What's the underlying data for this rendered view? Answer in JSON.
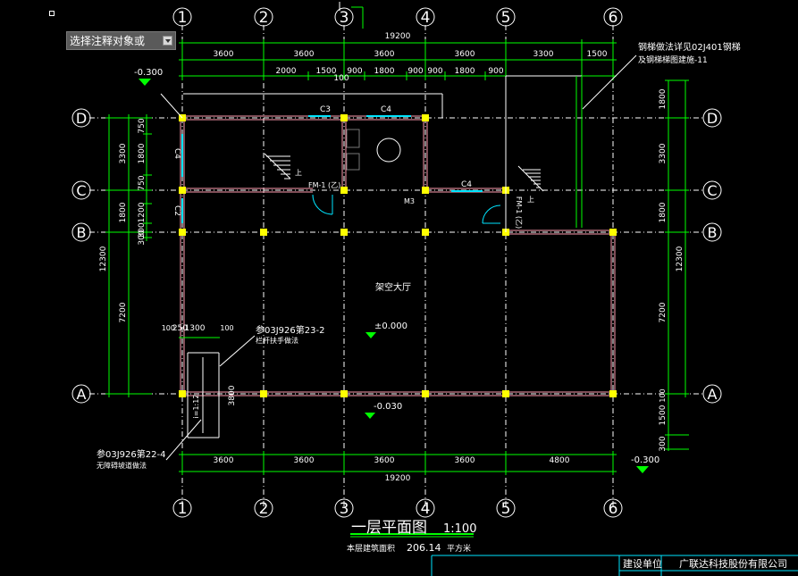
{
  "prompt": {
    "text": "选择注释对象或"
  },
  "axes": {
    "cols": [
      "1",
      "2",
      "3",
      "4",
      "5",
      "6"
    ],
    "rows": [
      "D",
      "C",
      "B",
      "A"
    ]
  },
  "dims": {
    "top_total": "19200",
    "top_spans": [
      "3600",
      "3600",
      "3600",
      "3600",
      "3300",
      "1500"
    ],
    "top_sub": [
      "2000",
      "1500",
      "900",
      "1800",
      "900",
      "900",
      "1800",
      "900"
    ],
    "top_small": "100",
    "bottom_spans": [
      "3600",
      "3600",
      "3600",
      "3600",
      "4800"
    ],
    "bottom_total": "19200",
    "left_total": "12300",
    "left_spans": [
      "3300",
      "1800",
      "7200"
    ],
    "left_small": [
      "750",
      "1800",
      "750",
      "1200",
      "300",
      "300"
    ],
    "right_spans": [
      "1800",
      "3300",
      "1800",
      "7200",
      "1500",
      "300"
    ],
    "right_total": "12300",
    "right_small": "100",
    "stair": [
      "1300",
      "250",
      "100",
      "100",
      "3800"
    ]
  },
  "levels": {
    "top_left": "-0.300",
    "hall": "±0.000",
    "entry": "-0.030",
    "bottom_right": "-0.300"
  },
  "labels": {
    "windows": [
      "C3",
      "C4",
      "C4",
      "C4",
      "C2"
    ],
    "doors": [
      "FM-1 (乙)",
      "M3",
      "FM-1 (乙)"
    ],
    "hall": "架空大厅",
    "up": "上",
    "ramp": "i=1:12",
    "note_top": "钢梯做法详见02J401钢梯",
    "note_top2": "及钢梯梯图建施-11",
    "note_mid": "参03J926第23-2",
    "note_mid2": "栏杆扶手做法",
    "note_bot": "参03J926第22-4",
    "note_bot2": "无障碍坡道做法"
  },
  "title": {
    "name": "一层平面图",
    "scale": "1:100",
    "area_label": "本层建筑面积",
    "area_value": "206.14",
    "area_unit": "平方米"
  },
  "titleblock": {
    "label": "建设单位",
    "value": "广联达科技股份有限公司"
  }
}
